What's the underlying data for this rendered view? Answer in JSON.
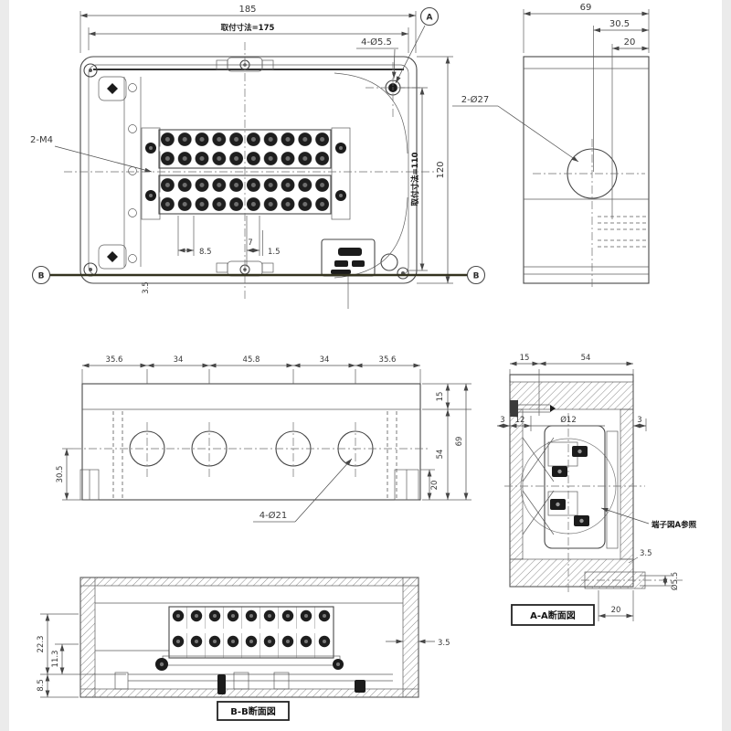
{
  "drawing": {
    "top_view": {
      "overall_width": "185",
      "mounting_width": "取付寸法=175",
      "corner_holes": "4-Ø5.5",
      "tapped_holes": "2-M4",
      "mounting_height": "取付寸法=110",
      "overall_height": "120",
      "dim_8_5": "8.5",
      "dim_7": "7",
      "dim_1_5": "1.5",
      "dim_3_5": "3.5",
      "balloon_a": "A",
      "balloon_b": "B"
    },
    "side_view": {
      "depth": "69",
      "dim_30_5": "30.5",
      "dim_20": "20",
      "gland_holes": "2-Ø27"
    },
    "front_view": {
      "dims_top": [
        "35.6",
        "34",
        "45.8",
        "34",
        "35.6"
      ],
      "dim_15": "15",
      "dim_54": "54",
      "dim_69": "69",
      "dim_30_5": "30.5",
      "dim_20": "20",
      "gland_holes": "4-Ø21"
    },
    "section_aa": {
      "dim_15": "15",
      "dim_54": "54",
      "dim_3_left": "3",
      "dim_12": "12",
      "dim_d12": "Ø12",
      "dim_3_right": "3",
      "dim_3_5": "3.5",
      "dim_d5_5": "Ø5.5",
      "dim_20": "20",
      "note_terminal": "端子図A参照",
      "caption": "A-A断面図"
    },
    "section_bb": {
      "dim_22_3": "22.3",
      "dim_8_5": "8.5",
      "dim_11_3": "11.3",
      "dim_3_5": "3.5",
      "caption": "B-B断面図"
    }
  }
}
